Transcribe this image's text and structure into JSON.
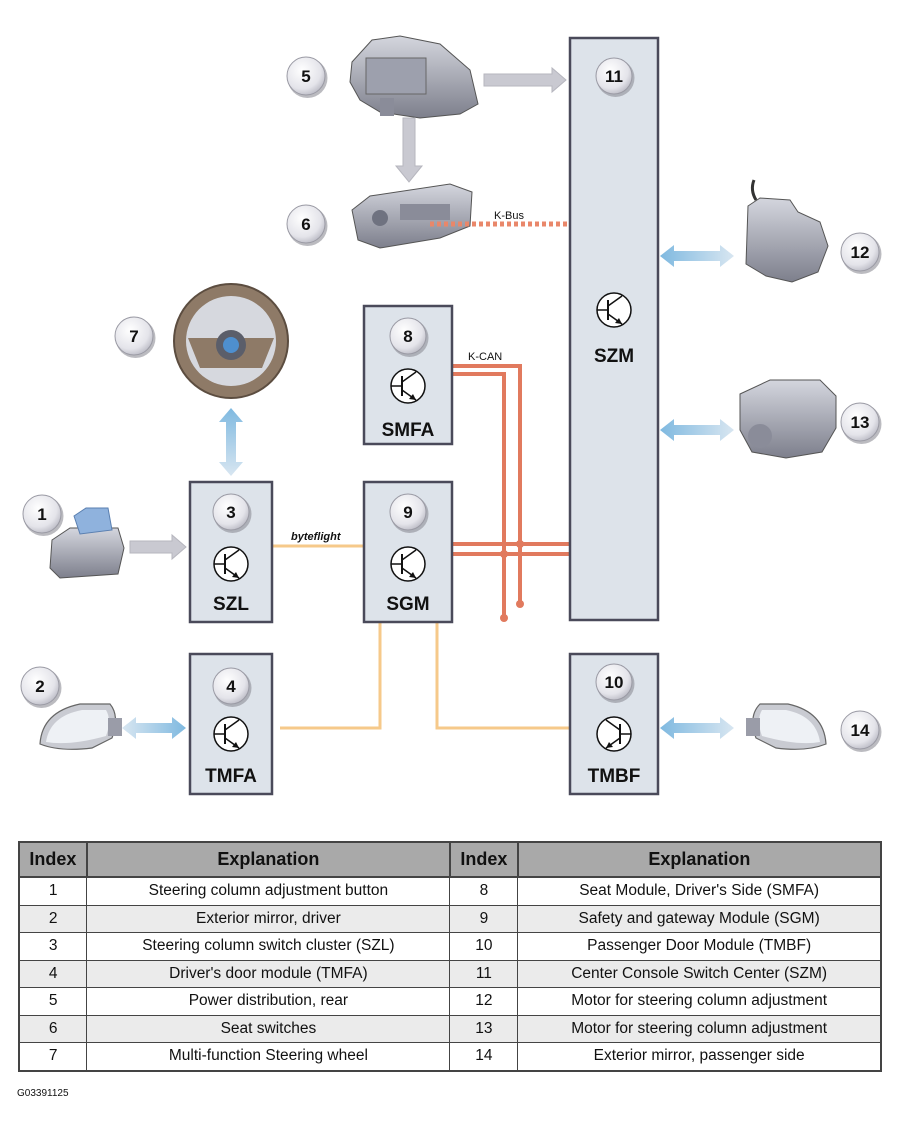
{
  "diagram": {
    "modules": [
      {
        "id": "3",
        "name": "SZL"
      },
      {
        "id": "4",
        "name": "TMFA"
      },
      {
        "id": "8",
        "name": "SMFA"
      },
      {
        "id": "9",
        "name": "SGM"
      },
      {
        "id": "10",
        "name": "TMBF"
      },
      {
        "id": "11",
        "name": "SZM"
      }
    ],
    "component_badges": [
      "1",
      "2",
      "5",
      "6",
      "7",
      "12",
      "13",
      "14"
    ],
    "buses": {
      "kbus": "K-Bus",
      "kcan": "K-CAN",
      "byteflight": "byteflight"
    },
    "colors": {
      "module_fill": "#dde3ea",
      "module_stroke": "#4a4a5a",
      "kbus": "#e9876a",
      "kcan": "#e17a5e",
      "byteflight": "#f6c98a",
      "arrow_grey": "#c9c9d1",
      "arrow_blue": "#9cc9e6"
    }
  },
  "legend": {
    "headers": [
      "Index",
      "Explanation",
      "Index",
      "Explanation"
    ],
    "rows": [
      {
        "i1": "1",
        "e1": "Steering column adjustment button",
        "i2": "8",
        "e2": "Seat Module, Driver's Side (SMFA)"
      },
      {
        "i1": "2",
        "e1": "Exterior mirror, driver",
        "i2": "9",
        "e2": "Safety and gateway Module (SGM)"
      },
      {
        "i1": "3",
        "e1": "Steering column switch cluster (SZL)",
        "i2": "10",
        "e2": "Passenger Door Module (TMBF)"
      },
      {
        "i1": "4",
        "e1": "Driver's door module (TMFA)",
        "i2": "11",
        "e2": "Center Console Switch Center (SZM)"
      },
      {
        "i1": "5",
        "e1": "Power distribution, rear",
        "i2": "12",
        "e2": "Motor for steering column adjustment"
      },
      {
        "i1": "6",
        "e1": "Seat switches",
        "i2": "13",
        "e2": "Motor for steering column adjustment"
      },
      {
        "i1": "7",
        "e1": "Multi-function Steering wheel",
        "i2": "14",
        "e2": "Exterior mirror, passenger side"
      }
    ]
  },
  "figure_id": "G03391125"
}
